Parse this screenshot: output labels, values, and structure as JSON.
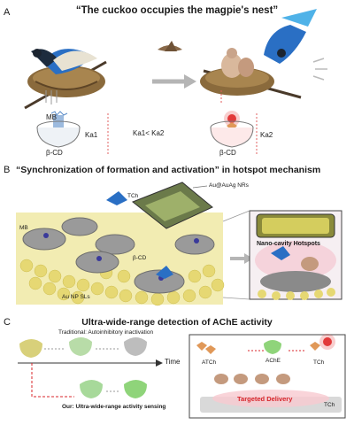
{
  "panel_a": {
    "letter": "A",
    "title": "“The cuckoo occupies the magpie's nest”",
    "mb_label": "MB",
    "bcd_left": "β-CD",
    "ka1": "Ka1",
    "comparison": "Ka1< Ka2",
    "bcd_right": "β-CD",
    "ka2": "Ka2"
  },
  "panel_b": {
    "letter": "B",
    "title": "“Synchronization of formation and activation” in hotspot mechanism",
    "nrs_label": "Au@AuAg NRs",
    "tch_label": "TCh",
    "mb_label": "MB",
    "bcd_label": "β-CD",
    "sls_label": "Au NP SLs",
    "hotspot_label": "Nano-cavity Hotspots"
  },
  "panel_c": {
    "letter": "C",
    "title": "Ultra-wide-range detection of AChE activity",
    "traditional_label": "Traditional: Autoinhibitory inactivation",
    "time_label": "Time",
    "our_label": "Our: Ultra-wide-range activity sensing",
    "atch_label": "ATCh",
    "ache_label": "AChE",
    "tch_label": "TCh",
    "delivery_label": "Targeted Delivery",
    "tch_small": "TCh"
  },
  "colors": {
    "magpie_blue": "#2a6fc4",
    "nest_brown": "#8a6a3c",
    "gold": "#e6d873",
    "red": "#d8242a",
    "green": "#8fd47a"
  }
}
